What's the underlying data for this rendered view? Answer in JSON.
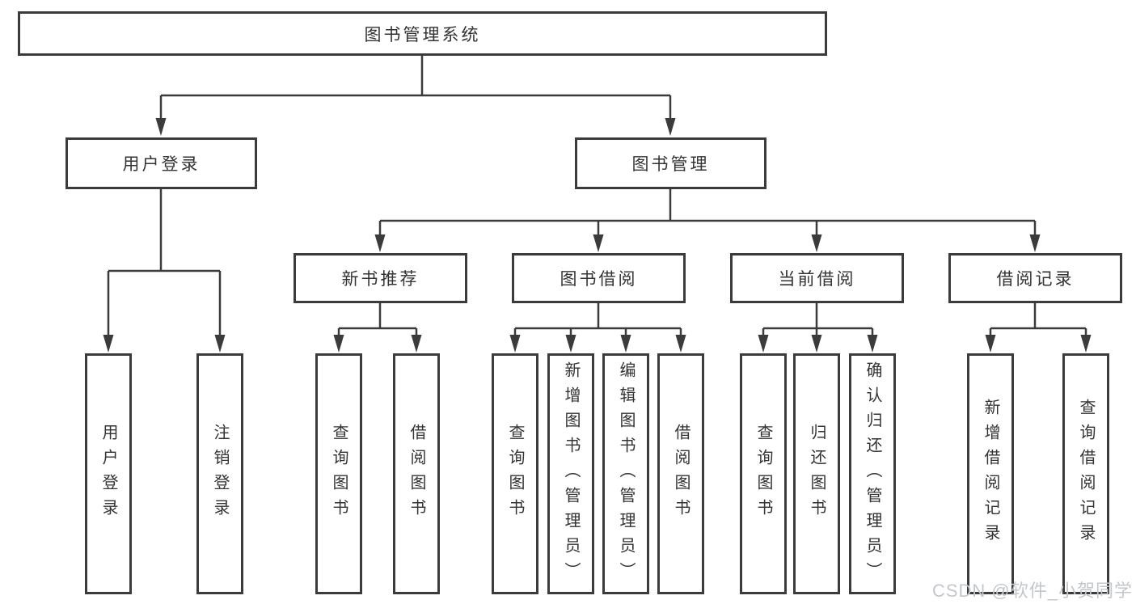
{
  "tree": {
    "root": {
      "label": "图书管理系统",
      "children": [
        {
          "label": "用户登录",
          "children": [
            {
              "label": "用户登录"
            },
            {
              "label": "注销登录"
            }
          ]
        },
        {
          "label": "图书管理",
          "children": [
            {
              "label": "新书推荐",
              "children": [
                {
                  "label": "查询图书"
                },
                {
                  "label": "借阅图书"
                }
              ]
            },
            {
              "label": "图书借阅",
              "children": [
                {
                  "label": "查询图书"
                },
                {
                  "label": "新增图书（管理员）"
                },
                {
                  "label": "编辑图书（管理员）"
                },
                {
                  "label": "借阅图书"
                }
              ]
            },
            {
              "label": "当前借阅",
              "children": [
                {
                  "label": "查询图书"
                },
                {
                  "label": "归还图书"
                },
                {
                  "label": "确认归还（管理员）"
                }
              ]
            },
            {
              "label": "借阅记录",
              "children": [
                {
                  "label": "新增借阅记录"
                },
                {
                  "label": "查询借阅记录"
                }
              ]
            }
          ]
        }
      ]
    }
  },
  "watermark": {
    "text": "CSDN @软件_小贺同学",
    "color": "#c3c7cb"
  },
  "colors": {
    "box_border": "#3b3b3b",
    "connector_line": "#3b3b3b",
    "label_text": "#333333",
    "background": "#ffffff"
  }
}
